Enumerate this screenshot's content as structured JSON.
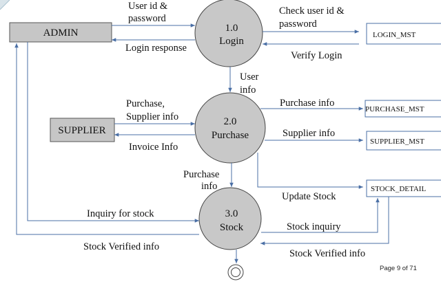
{
  "entities": {
    "admin": "ADMIN",
    "supplier": "SUPPLIER"
  },
  "processes": {
    "login": {
      "number": "1.0",
      "name": "Login"
    },
    "purchase": {
      "number": "2.0",
      "name": "Purchase"
    },
    "stock": {
      "number": "3.0",
      "name": "Stock"
    }
  },
  "data_stores": {
    "login_mst": "LOGIN_MST",
    "purchase_mst": "PURCHASE_MST",
    "supplier_mst": "SUPPLIER_MST",
    "stock_detail": "STOCK_DETAIL"
  },
  "flows": {
    "user_id_password": [
      "User id &",
      "password"
    ],
    "login_response": "Login response",
    "check_user_id_password": [
      "Check user id &",
      "password"
    ],
    "verify_login": "Verify Login",
    "user_info": [
      "User",
      "info"
    ],
    "purchase_supplier_info": [
      "Purchase,",
      "Supplier info"
    ],
    "invoice_info": "Invoice Info",
    "purchase_info_store": "Purchase info",
    "supplier_info_store": "Supplier info",
    "purchase_info_down": [
      "Purchase",
      "info"
    ],
    "update_stock": "Update Stock",
    "inquiry_for_stock": "Inquiry for stock",
    "stock_inquiry": "Stock inquiry",
    "stock_verified_info_left": "Stock Verified info",
    "stock_verified_info_right": "Stock Verified info"
  },
  "footer": {
    "page": "Page 9 of 71"
  },
  "colors": {
    "entity_fill": "#c6c6c6",
    "process_fill": "#c8c8c8",
    "flow_line": "#4a6fa5"
  }
}
